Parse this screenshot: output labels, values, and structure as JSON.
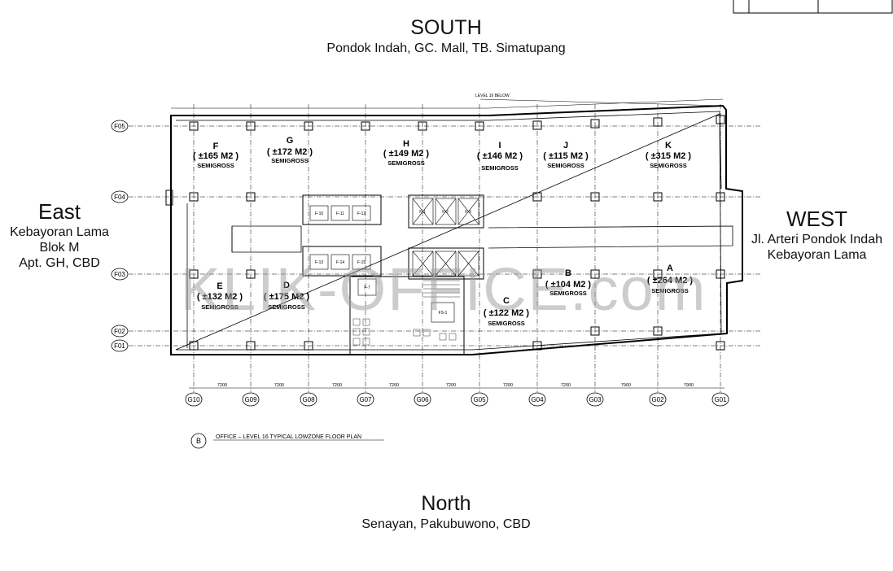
{
  "compass": {
    "south": {
      "title": "SOUTH",
      "subtitle": "Pondok Indah, GC. Mall, TB. Simatupang"
    },
    "north": {
      "title": "North",
      "subtitle": "Senayan, Pakubuwono, CBD"
    },
    "east": {
      "title": "East",
      "lines": [
        "Kebayoran Lama",
        "Blok M",
        "Apt. GH, CBD"
      ]
    },
    "west": {
      "title": "WEST",
      "lines": [
        "Jl. Arteri Pondok Indah",
        "Kebayoran Lama"
      ]
    }
  },
  "plan": {
    "caption_marker": "B",
    "caption": "OFFICE – LEVEL 16 TYPICAL LOWZONE FLOOR PLAN",
    "watermark": "KLIK-OFFICE.com",
    "note_level": "LEVEL 16 BELOW",
    "units": [
      {
        "letter": "F",
        "area": "( ±165 M2 )",
        "type": "SEMIGROSS"
      },
      {
        "letter": "G",
        "area": "( ±172 M2 )",
        "type": "SEMIGROSS"
      },
      {
        "letter": "H",
        "area": "( ±149 M2 )",
        "type": "SEMIGROSS"
      },
      {
        "letter": "I",
        "area": "( ±146 M2 )",
        "type": "SEMIGROSS"
      },
      {
        "letter": "J",
        "area": "( ±115 M2 )",
        "type": "SEMIGROSS"
      },
      {
        "letter": "K",
        "area": "( ±315 M2 )",
        "type": "SEMIGROSS"
      },
      {
        "letter": "E",
        "area": "( ±132 M2 )",
        "type": "SEMIGROSS"
      },
      {
        "letter": "D",
        "area": "( ±175 M2 )",
        "type": "SEMIGROSS"
      },
      {
        "letter": "C",
        "area": "( ±122 M2 )",
        "type": "SEMIGROSS"
      },
      {
        "letter": "B",
        "area": "( ±104 M2 )",
        "type": "SEMIGROSS"
      },
      {
        "letter": "A",
        "area": "( ±264 M2 )",
        "type": "SEMIGROSS"
      }
    ],
    "row_grid": [
      "F05",
      "F04",
      "F03",
      "F02",
      "F01"
    ],
    "col_grid": [
      "G10",
      "G09",
      "G08",
      "G07",
      "G06",
      "G05",
      "G04",
      "G03",
      "G02",
      "G01"
    ],
    "bottom_dims": [
      "7200",
      "7200",
      "7200",
      "7200",
      "7200",
      "7200",
      "7200",
      "7900",
      "7900"
    ],
    "lifts_upper": [
      "F-10",
      "F-11",
      "F-12"
    ],
    "lifts_lower": [
      "F-13",
      "F-14",
      "F-15"
    ],
    "lifts_right": [
      "F-1",
      "F-2",
      "F-3"
    ],
    "lift_fs": "F-7",
    "lift_fs2": "FS-1"
  }
}
